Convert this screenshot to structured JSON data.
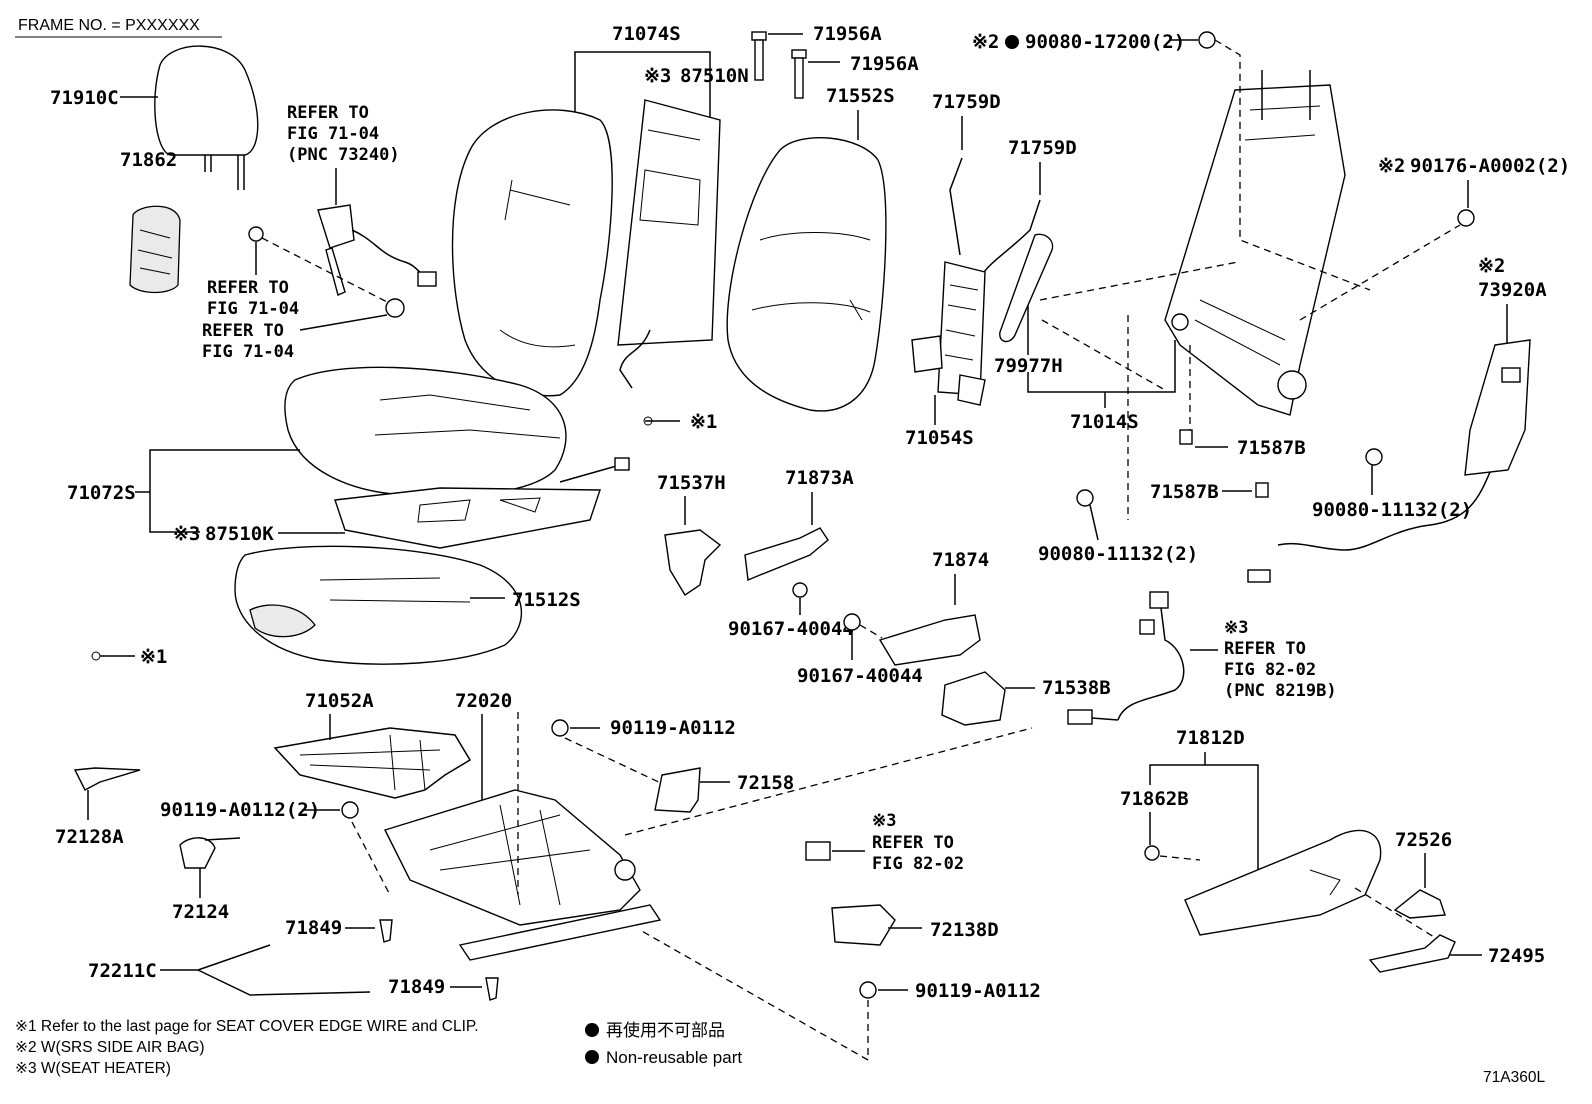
{
  "frame_no": "FRAME NO. = PXXXXXX",
  "diagram_code": "71A360L",
  "labels": {
    "p71910C": "71910C",
    "p71862": "71862",
    "p71074S": "71074S",
    "p87510N": "87510N",
    "p71956A_1": "71956A",
    "p71956A_2": "71956A",
    "p71552S": "71552S",
    "p71759D_1": "71759D",
    "p71759D_2": "71759D",
    "p90080_17200": "90080-17200(2)",
    "p90176": "90176-A0002(2)",
    "p73920A": "73920A",
    "p79977H": "79977H",
    "p71014S": "71014S",
    "p71054S": "71054S",
    "p71587B_1": "71587B",
    "p71587B_2": "71587B",
    "p90080_11132_a": "90080-11132(2)",
    "p90080_11132_b": "90080-11132(2)",
    "p71072S": "71072S",
    "p87510K": "87510K",
    "p71512S": "71512S",
    "p71537H": "71537H",
    "p71873A": "71873A",
    "p90167_a": "90167-40044",
    "p90167_b": "90167-40044",
    "p71874": "71874",
    "p71538B": "71538B",
    "p71052A": "71052A",
    "p72020": "72020",
    "p90119_a": "90119-A0112",
    "p90119_2": "90119-A0112(2)",
    "p90119_b": "90119-A0112",
    "p72158": "72158",
    "p72128A": "72128A",
    "p72124": "72124",
    "p71849_a": "71849",
    "p71849_b": "71849",
    "p72211C": "72211C",
    "p72138D": "72138D",
    "p71812D": "71812D",
    "p71862B": "71862B",
    "p72526": "72526",
    "p72495": "72495"
  },
  "marks": {
    "m1": "※1",
    "m2": "※2",
    "m3": "※3"
  },
  "refs": {
    "seatbelt_1": "REFER TO",
    "seatbelt_2": "FIG 71-04",
    "seatbelt_3": "(PNC 73240)",
    "clip1_1": "REFER TO",
    "clip1_2": "FIG 71-04",
    "clip2_1": "REFER TO",
    "clip2_2": "FIG 71-04",
    "harness_1": "REFER TO",
    "harness_2": "FIG 82-02",
    "harness_3": "(PNC 8219B)",
    "conn_1": "REFER TO",
    "conn_2": "FIG 82-02"
  },
  "notes": {
    "n1": "※1 Refer to the last page for SEAT COVER EDGE WIRE and CLIP.",
    "n2": "※2 W(SRS SIDE AIR BAG)",
    "n3": "※3 W(SEAT HEATER)",
    "legend_jp": "再使用不可部品",
    "legend_en": "Non-reusable part"
  }
}
